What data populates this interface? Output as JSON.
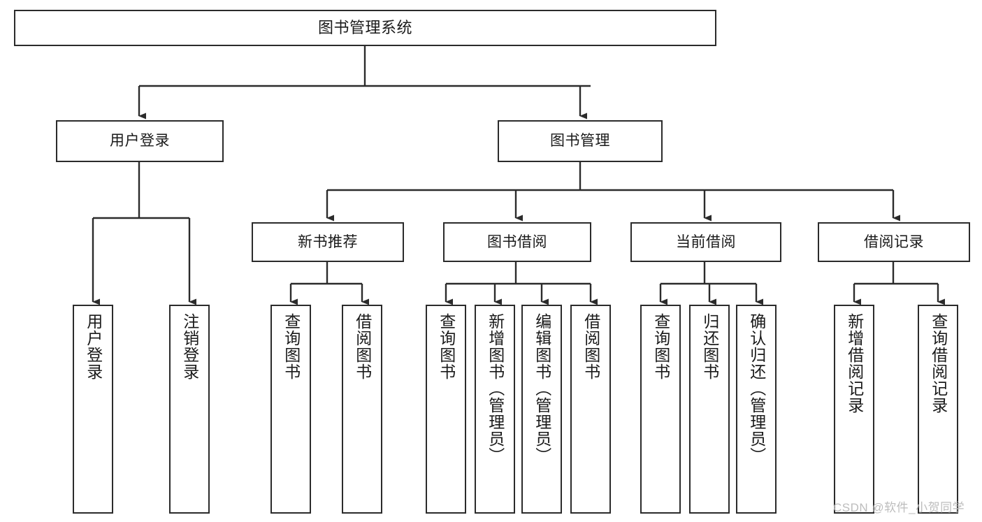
{
  "diagram": {
    "title": "图书管理系统",
    "type": "tree-hierarchy-chart",
    "watermark": "CSDN @软件_小贺同学",
    "nodes": {
      "root": {
        "label": "图书管理系统"
      },
      "level2": [
        {
          "id": "user-login",
          "label": "用户登录"
        },
        {
          "id": "book-manage",
          "label": "图书管理"
        }
      ],
      "level3": [
        {
          "id": "new-book-rec",
          "label": "新书推荐"
        },
        {
          "id": "book-borrow",
          "label": "图书借阅"
        },
        {
          "id": "current-borrow",
          "label": "当前借阅"
        },
        {
          "id": "borrow-record",
          "label": "借阅记录"
        }
      ],
      "leaves": [
        {
          "id": "leaf-user-login",
          "label": "用户登录"
        },
        {
          "id": "leaf-logout-login",
          "label": "注销登录"
        },
        {
          "id": "leaf-query-book-1",
          "label": "查询图书"
        },
        {
          "id": "leaf-borrow-book-1",
          "label": "借阅图书"
        },
        {
          "id": "leaf-query-book-2",
          "label": "查询图书"
        },
        {
          "id": "leaf-add-book",
          "label": "新增图书（管理员）"
        },
        {
          "id": "leaf-edit-book",
          "label": "编辑图书（管理员）"
        },
        {
          "id": "leaf-borrow-book-2",
          "label": "借阅图书"
        },
        {
          "id": "leaf-query-book-3",
          "label": "查询图书"
        },
        {
          "id": "leaf-return-book",
          "label": "归还图书"
        },
        {
          "id": "leaf-confirm-return",
          "label": "确认归还（管理员）"
        },
        {
          "id": "leaf-add-record",
          "label": "新增借阅记录"
        },
        {
          "id": "leaf-query-record",
          "label": "查询借阅记录"
        }
      ]
    },
    "colors": {
      "border": "#2b2b2b",
      "text": "#1a1a1a",
      "background": "#ffffff",
      "watermark": "#bdbdbd"
    }
  }
}
